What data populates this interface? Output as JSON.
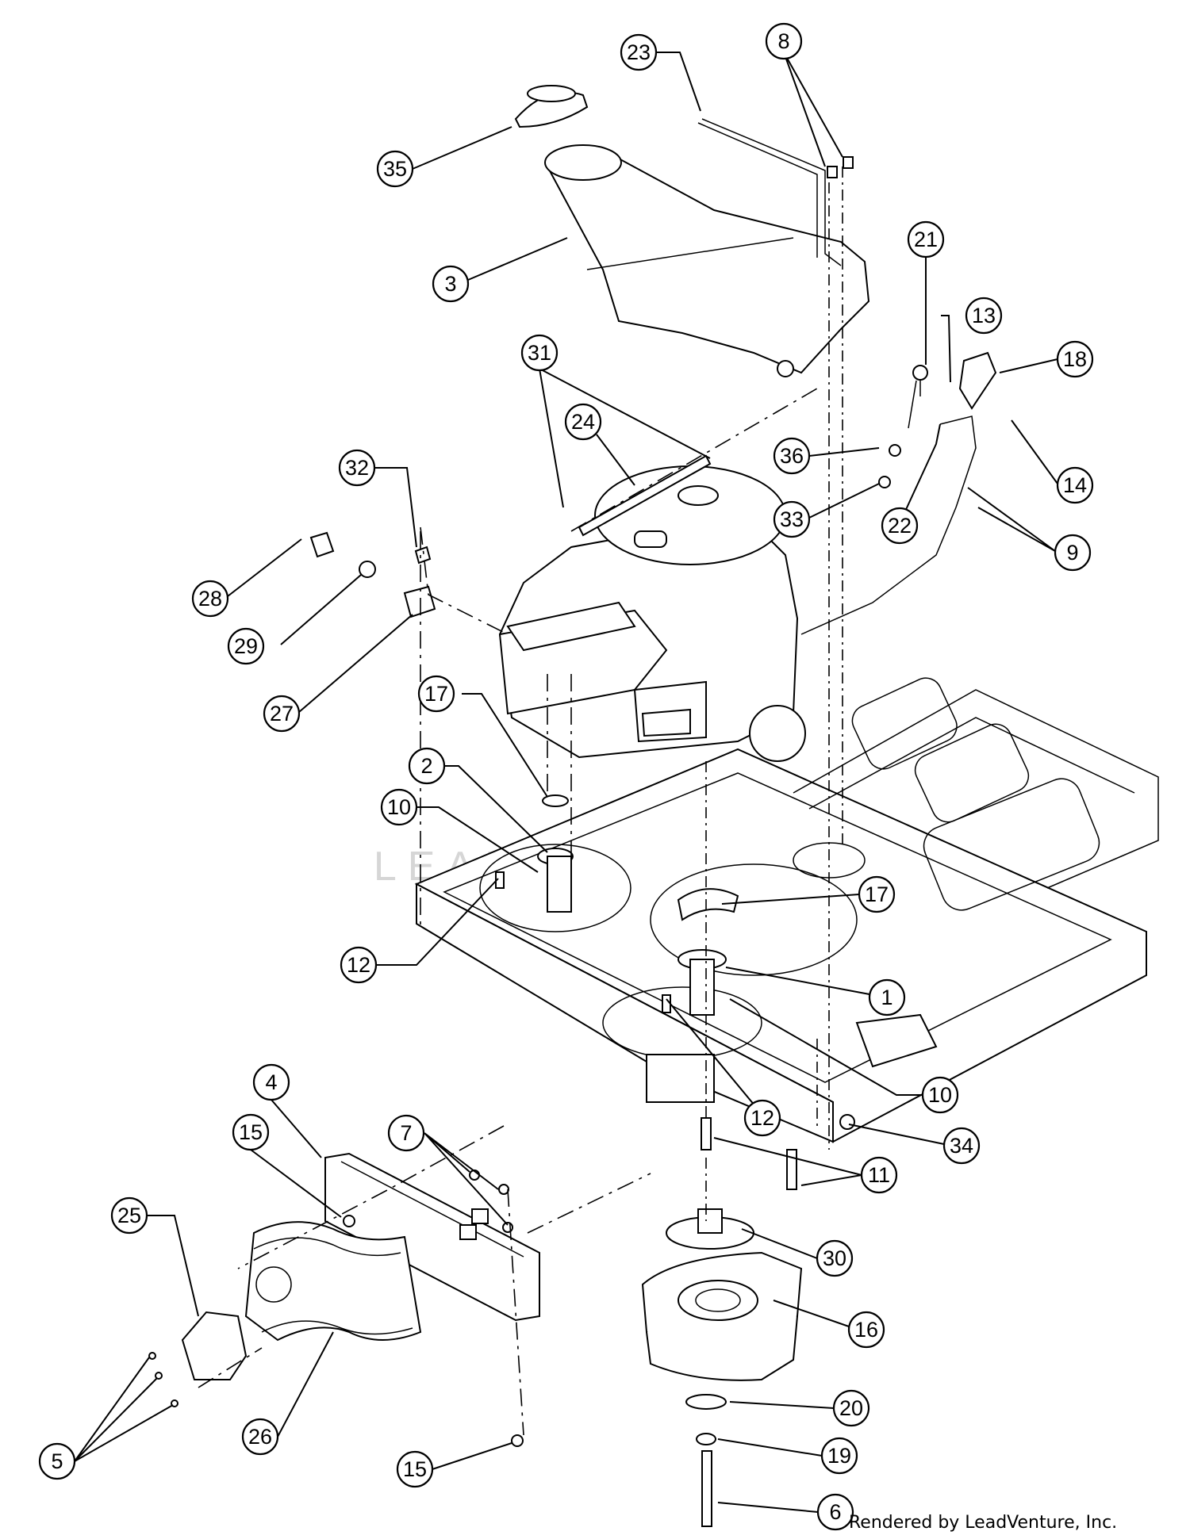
{
  "watermark": "LEADVENTURE",
  "footer": "Rendered by LeadVenture, Inc.",
  "callouts": [
    {
      "id": "c23",
      "label": "23"
    },
    {
      "id": "c8",
      "label": "8"
    },
    {
      "id": "c35",
      "label": "35"
    },
    {
      "id": "c3",
      "label": "3"
    },
    {
      "id": "c21",
      "label": "21"
    },
    {
      "id": "c13",
      "label": "13"
    },
    {
      "id": "c18",
      "label": "18"
    },
    {
      "id": "c31",
      "label": "31"
    },
    {
      "id": "c24",
      "label": "24"
    },
    {
      "id": "c36",
      "label": "36"
    },
    {
      "id": "c14",
      "label": "14"
    },
    {
      "id": "c32",
      "label": "32"
    },
    {
      "id": "c33",
      "label": "33"
    },
    {
      "id": "c22",
      "label": "22"
    },
    {
      "id": "c9",
      "label": "9"
    },
    {
      "id": "c28",
      "label": "28"
    },
    {
      "id": "c29",
      "label": "29"
    },
    {
      "id": "c27",
      "label": "27"
    },
    {
      "id": "c17a",
      "label": "17"
    },
    {
      "id": "c2",
      "label": "2"
    },
    {
      "id": "c10a",
      "label": "10"
    },
    {
      "id": "c17b",
      "label": "17"
    },
    {
      "id": "c12a",
      "label": "12"
    },
    {
      "id": "c1",
      "label": "1"
    },
    {
      "id": "c4",
      "label": "4"
    },
    {
      "id": "c10b",
      "label": "10"
    },
    {
      "id": "c12b",
      "label": "12"
    },
    {
      "id": "c7",
      "label": "7"
    },
    {
      "id": "c34",
      "label": "34"
    },
    {
      "id": "c15a",
      "label": "15"
    },
    {
      "id": "c11",
      "label": "11"
    },
    {
      "id": "c25",
      "label": "25"
    },
    {
      "id": "c30",
      "label": "30"
    },
    {
      "id": "c16",
      "label": "16"
    },
    {
      "id": "c5",
      "label": "5"
    },
    {
      "id": "c15b",
      "label": "15"
    },
    {
      "id": "c20",
      "label": "20"
    },
    {
      "id": "c26",
      "label": "26"
    },
    {
      "id": "c19",
      "label": "19"
    },
    {
      "id": "c6",
      "label": "6"
    }
  ]
}
